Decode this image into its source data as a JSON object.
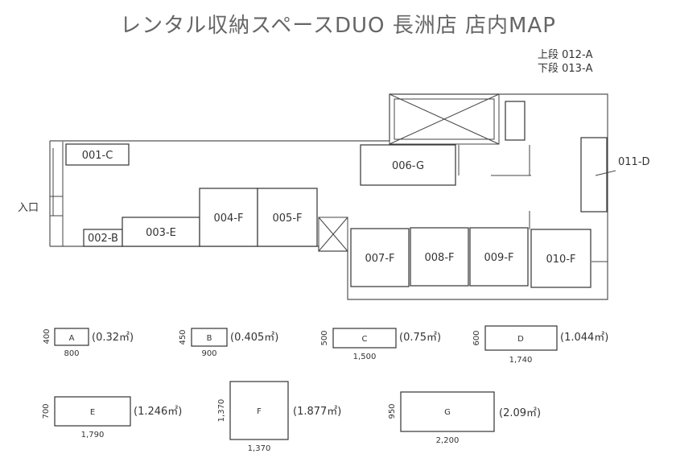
{
  "title": "レンタル収納スペースDUO 長洲店 店内MAP",
  "note_upper": "上段 012-A",
  "note_lower": "下段 013-A",
  "entrance": "入口",
  "units": [
    {
      "id": "001-C"
    },
    {
      "id": "002-B"
    },
    {
      "id": "003-E"
    },
    {
      "id": "004-F"
    },
    {
      "id": "005-F"
    },
    {
      "id": "006-G"
    },
    {
      "id": "007-F"
    },
    {
      "id": "008-F"
    },
    {
      "id": "009-F"
    },
    {
      "id": "010-F"
    },
    {
      "id": "011-D"
    }
  ],
  "legend": [
    {
      "type": "A",
      "depth": "400",
      "width": "800",
      "area": "(0.32㎡)"
    },
    {
      "type": "B",
      "depth": "450",
      "width": "900",
      "area": "(0.405㎡)"
    },
    {
      "type": "C",
      "depth": "500",
      "width": "1,500",
      "area": "(0.75㎡)"
    },
    {
      "type": "D",
      "depth": "600",
      "width": "1,740",
      "area": "(1.044㎡)"
    },
    {
      "type": "E",
      "depth": "700",
      "width": "1,790",
      "area": "(1.246㎡)"
    },
    {
      "type": "F",
      "depth": "1,370",
      "width": "1,370",
      "area": "(1.877㎡)"
    },
    {
      "type": "G",
      "depth": "950",
      "width": "2,200",
      "area": "(2.09㎡)"
    }
  ]
}
